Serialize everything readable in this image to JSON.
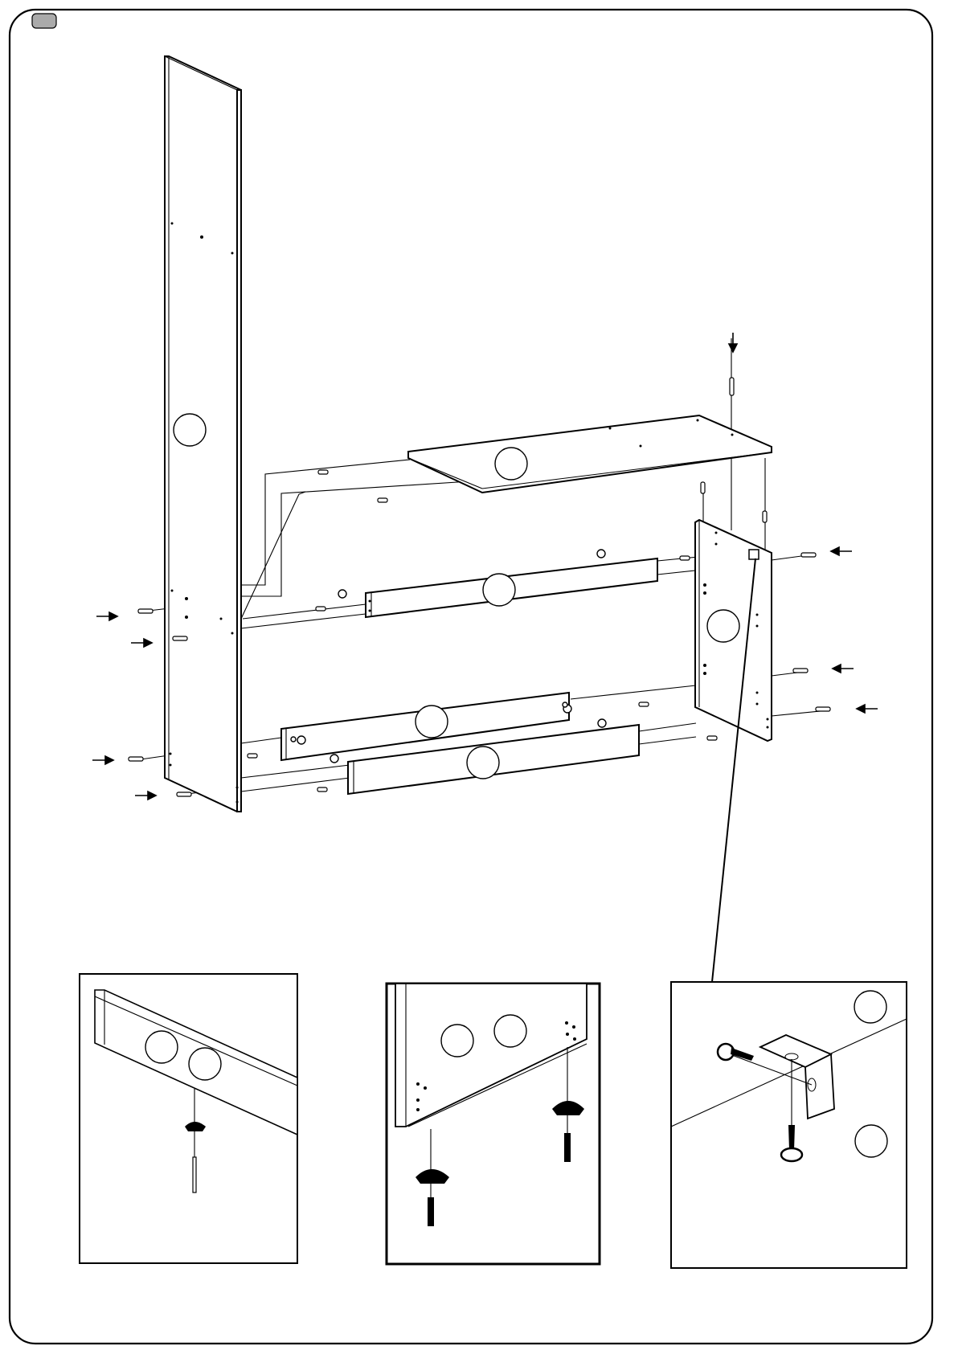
{
  "page": {
    "step_badge_label": "",
    "badge_color": "#aaaaaa",
    "border_color": "#000000"
  },
  "diagram": {
    "panels": [
      {
        "id": "side-panel-left",
        "callout": ""
      },
      {
        "id": "top-shelf",
        "callout": ""
      },
      {
        "id": "upper-rail",
        "callout": ""
      },
      {
        "id": "side-panel-right",
        "callout": ""
      },
      {
        "id": "middle-rail",
        "callout": ""
      },
      {
        "id": "bottom-rail",
        "callout": ""
      }
    ],
    "details": [
      {
        "id": "detail-cam-rail",
        "callouts": [
          "",
          ""
        ]
      },
      {
        "id": "detail-cam-side",
        "callouts": [
          "",
          ""
        ]
      },
      {
        "id": "detail-bracket",
        "callouts": [
          "",
          ""
        ]
      }
    ],
    "hardware_icons": [
      "dowel-icon",
      "cam-bolt-icon",
      "cam-lock-icon",
      "screw-icon",
      "angle-bracket-icon",
      "arrow-icon"
    ]
  }
}
